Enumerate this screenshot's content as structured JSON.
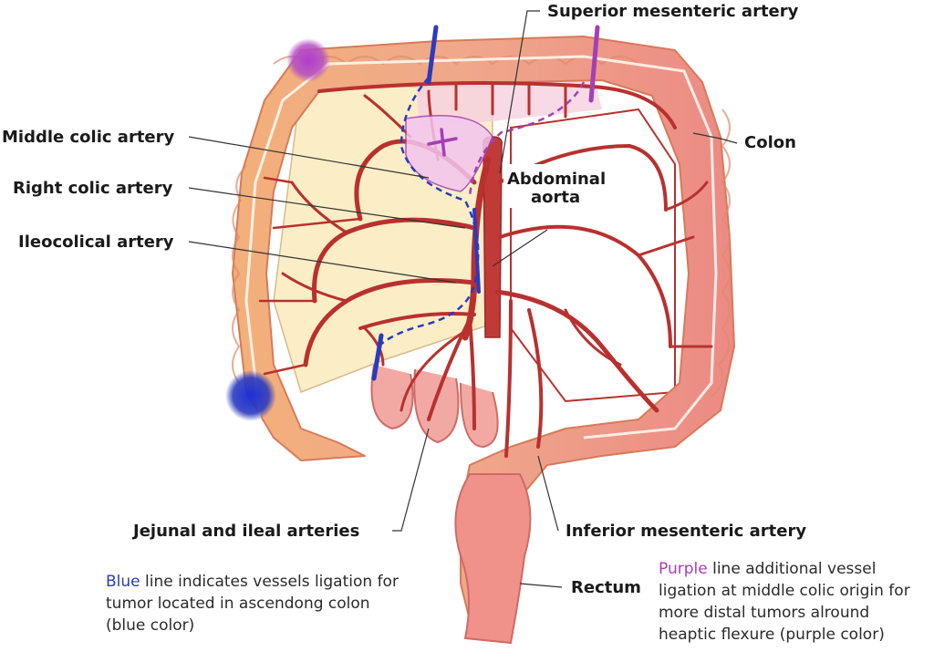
{
  "labels": {
    "superior_mesenteric_artery": "Superior mesenteric artery",
    "middle_colic_artery": "Middle colic artery",
    "right_colic_artery": "Right colic artery",
    "ileocolical_artery": "Ileocolical artery",
    "colon": "Colon",
    "abdominal_aorta_line1": "Abdominal",
    "abdominal_aorta_line2": "aorta",
    "jejunal_ileal_arteries": "Jejunal and ileal arteries",
    "inferior_mesenteric_artery": "Inferior mesenteric artery",
    "rectum": "Rectum"
  },
  "notes": {
    "blue": {
      "keyword": "Blue",
      "line1_rest": " line indicates vessels ligation for",
      "line2": "tumor located in ascendong colon",
      "line3": "(blue color)"
    },
    "purple": {
      "keyword": "Purple",
      "line1_rest": " line additional vessel",
      "line2": "ligation at middle colic origin for",
      "line3": "more distal tumors alround",
      "line4": "heaptic flexure (purple color)"
    }
  },
  "colors": {
    "artery": "#b8312f",
    "artery_light": "#d9534f",
    "colon_right": "#f2b07a",
    "colon_left": "#ef8c84",
    "mesentery": "#fbeec6",
    "blue_mark": "#2a3bbf",
    "purple_mark": "#a43fb5",
    "text": "#1a1a1a"
  }
}
